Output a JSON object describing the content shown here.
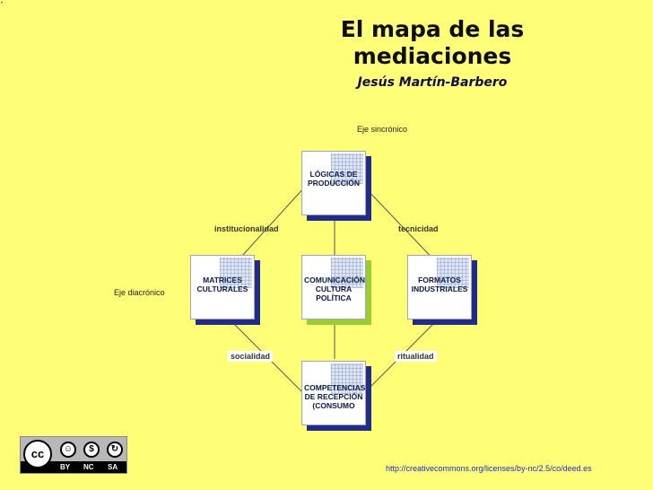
{
  "title": "El mapa de las mediaciones",
  "subtitle": "Jesús Martín-Barbero",
  "axes": {
    "vertical": "Eje sincrónico",
    "horizontal": "Eje diacrónico"
  },
  "nodes": {
    "top": "LÓGICAS DE\nPRODUCCIÓN",
    "left": "MATRICES\nCULTURALES",
    "center": "COMUNICACIÓN\nCULTURA\nPOLÍTICA",
    "right": "FORMATOS\nINDUSTRIALES",
    "bottom": "COMPETENCIAS\nDE RECEPCIÓN\n(CONSUMO"
  },
  "edges": {
    "top_left": "institucionalidad",
    "top_right": "tecnicidad",
    "bottom_left": "socialidad",
    "bottom_right": "ritualidad"
  },
  "license": {
    "cc": "cc",
    "by": "BY",
    "nc": "NC",
    "sa": "SA",
    "url": "http://creativecommons.org/licenses/by-nc/2.5/co/deed.es"
  },
  "colors": {
    "background": "#ffff77",
    "node_shadow": "#1f2c8c",
    "center_shadow": "#9acd32",
    "link": "#1a2acc"
  }
}
